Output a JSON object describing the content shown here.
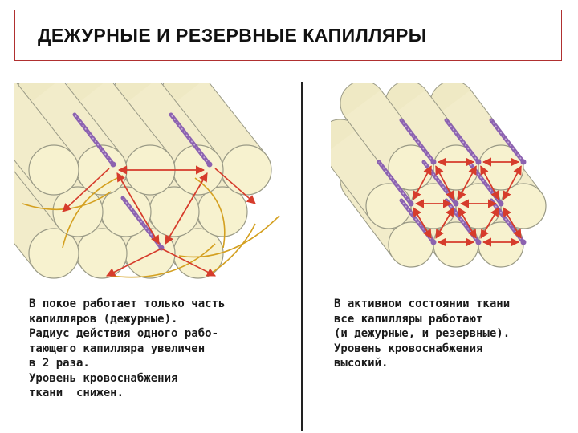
{
  "title": "ДЕЖУРНЫЕ И РЕЗЕРВНЫЕ КАПИЛЛЯРЫ",
  "left_caption": [
    "В покое работает только часть",
    "капилляров (дежурные).",
    "Радиус действия одного рабо-",
    "тающего капилляра увеличен",
    "в 2 раза.",
    "Уровень кровоснабжения",
    "ткани  снижен."
  ],
  "right_caption": [
    "В активном состоянии ткани",
    "все капилляры работают",
    "(и дежурные, и резервные).",
    "Уровень кровоснабжения",
    "высокий."
  ],
  "colors": {
    "fiber_fill": "#f7f2cf",
    "fiber_edge": "#9a9a86",
    "capillary": "#8c62b0",
    "arrow": "#d63c2c",
    "range_arc": "#d4a020",
    "title_border": "#b03030"
  },
  "icons": [
    "muscle-fiber-bundle",
    "capillary",
    "diffusion-arrow"
  ]
}
